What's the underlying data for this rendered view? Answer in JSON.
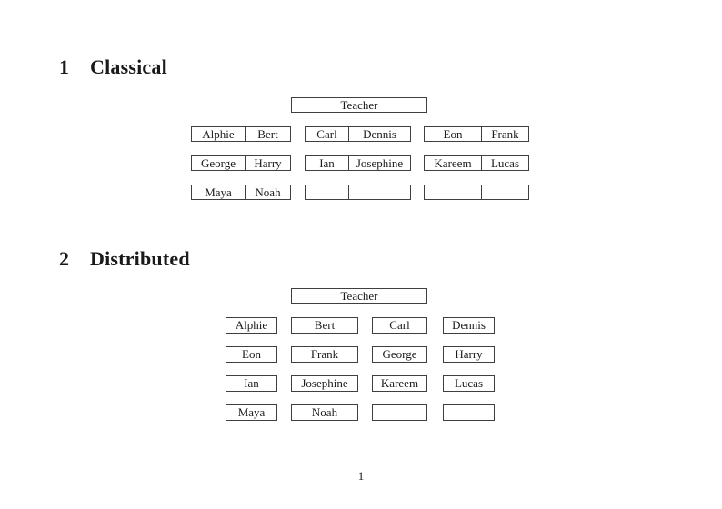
{
  "document": {
    "page_number": "1"
  },
  "sections": {
    "classical": {
      "number": "1",
      "title": "Classical",
      "teacher_label": "Teacher",
      "desks": [
        {
          "left": "Alphie",
          "right": "Bert"
        },
        {
          "left": "Carl",
          "right": "Dennis"
        },
        {
          "left": "Eon",
          "right": "Frank"
        },
        {
          "left": "George",
          "right": "Harry"
        },
        {
          "left": "Ian",
          "right": "Josephine"
        },
        {
          "left": "Kareem",
          "right": "Lucas"
        },
        {
          "left": "Maya",
          "right": "Noah"
        },
        {
          "left": "",
          "right": ""
        },
        {
          "left": "",
          "right": ""
        }
      ]
    },
    "distributed": {
      "number": "2",
      "title": "Distributed",
      "teacher_label": "Teacher",
      "seats": [
        "Alphie",
        "Bert",
        "Carl",
        "Dennis",
        "Eon",
        "Frank",
        "George",
        "Harry",
        "Ian",
        "Josephine",
        "Kareem",
        "Lucas",
        "Maya",
        "Noah",
        "",
        ""
      ]
    }
  }
}
